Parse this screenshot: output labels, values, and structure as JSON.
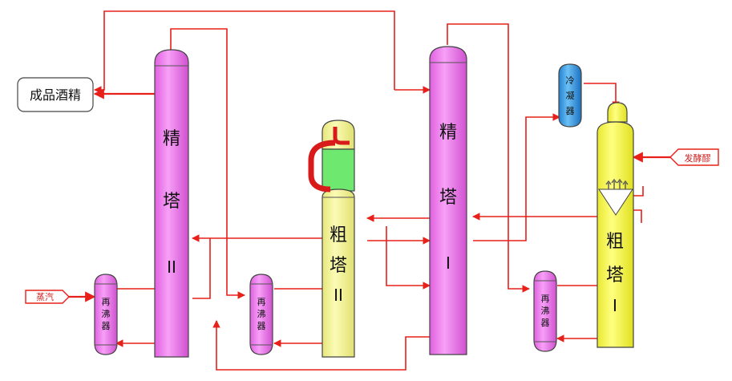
{
  "product": {
    "label": "成品酒精"
  },
  "steam": {
    "label": "蒸汽"
  },
  "feed": {
    "label": "发酵醪"
  },
  "columns": {
    "refining_ii": {
      "line1": "精",
      "line2": "塔",
      "line3": "II",
      "color": "#ee82ee"
    },
    "crude_ii": {
      "line1": "粗",
      "line2": "塔",
      "line3": "II",
      "color": "#f5f58a"
    },
    "refining_i": {
      "line1": "精",
      "line2": "塔",
      "line3": "I",
      "color": "#ee82ee"
    },
    "crude_i": {
      "line1": "粗",
      "line2": "塔",
      "line3": "I",
      "color": "#ffff44"
    }
  },
  "reboilers": [
    {
      "line1": "再",
      "line2": "沸",
      "line3": "器"
    },
    {
      "line1": "再",
      "line2": "沸",
      "line3": "器"
    },
    {
      "line1": "再",
      "line2": "沸",
      "line3": "器"
    }
  ],
  "condenser": {
    "line1": "冷",
    "line2": "凝",
    "line3": "器",
    "color": "#3aa0e0"
  },
  "colors": {
    "flow": "#e8201a",
    "reboiler": "#ee82ee",
    "crude_ii_top": "#6ee86e"
  }
}
